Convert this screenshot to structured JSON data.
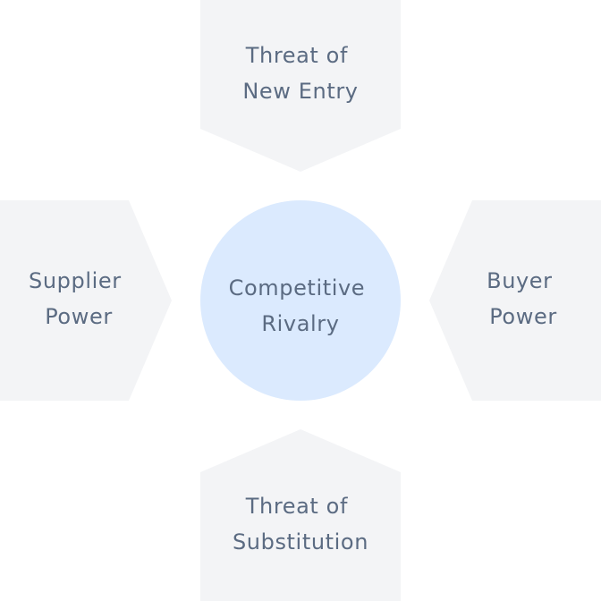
{
  "colors": {
    "background": "#ffffff",
    "force_fill": "#f3f4f6",
    "center_fill": "#dbeafe",
    "text": "#5b6b82"
  },
  "center": {
    "lines": [
      "Competitive",
      "Rivalry"
    ]
  },
  "forces": {
    "top": {
      "lines": [
        "Threat of",
        "New Entry"
      ]
    },
    "left": {
      "lines": [
        "Supplier",
        "Power"
      ]
    },
    "right": {
      "lines": [
        "Buyer",
        "Power"
      ]
    },
    "bottom": {
      "lines": [
        "Threat of",
        "Substitution"
      ]
    }
  }
}
